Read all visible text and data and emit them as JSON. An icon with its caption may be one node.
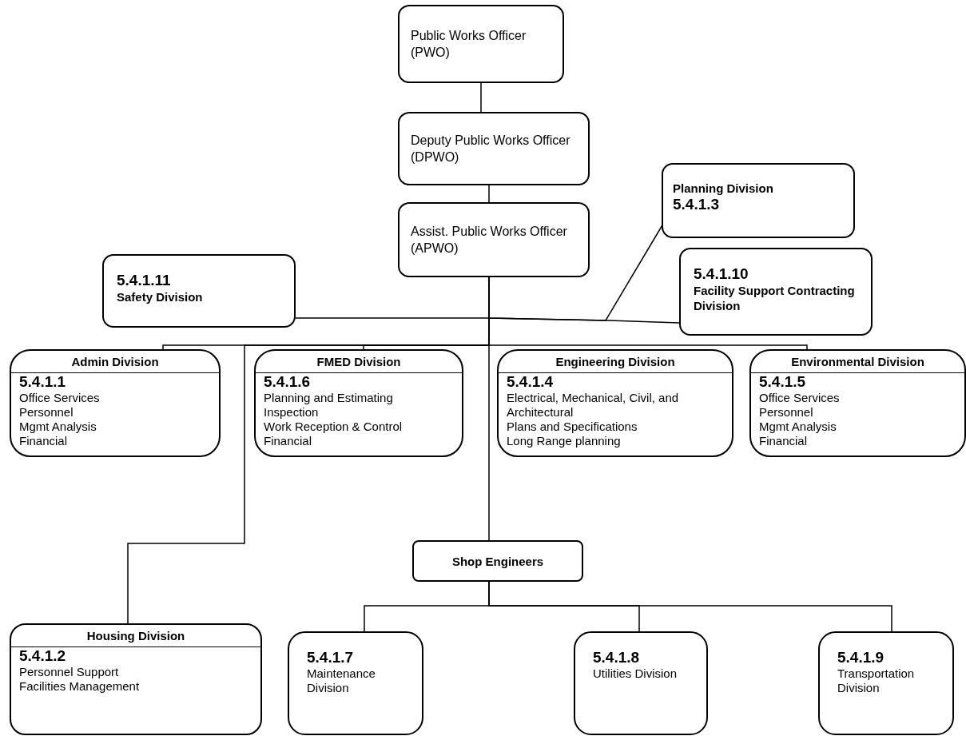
{
  "diagram": {
    "nodes": [
      {
        "text": [
          "Public Works Officer (PWO)"
        ]
      },
      {
        "text": [
          "Deputy Public Works Officer (DPWO)"
        ]
      },
      {
        "text": [
          "Assist. Public Works Officer (APWO)"
        ]
      },
      {
        "text": [
          "Planning Division",
          "5.4.1.3"
        ]
      },
      {
        "text": [
          "5.4.1.11",
          "Safety Division"
        ]
      },
      {
        "text": [
          "5.4.1.10",
          "Facility Support Contracting Division"
        ]
      },
      {
        "text": [
          "Admin Division",
          "5.4.1.1",
          "Office Services",
          "Personnel",
          "Mgmt Analysis",
          "Financial"
        ]
      },
      {
        "text": [
          "FMED Division",
          "5.4.1.6",
          "Planning and Estimating",
          "Inspection",
          "Work Reception & Control",
          "Financial"
        ]
      },
      {
        "text": [
          "Engineering Division",
          "5.4.1.4",
          "Electrical, Mechanical, Civil, and Architectural",
          "Plans and Specifications",
          "Long Range planning"
        ]
      },
      {
        "text": [
          "Environmental Division",
          "5.4.1.5",
          "Office Services",
          "Personnel",
          "Mgmt Analysis",
          "Financial"
        ]
      },
      {
        "text": [
          "Shop Engineers"
        ]
      },
      {
        "text": [
          "Housing Division",
          "5.4.1.2",
          "Personnel Support",
          "Facilities Management"
        ]
      },
      {
        "text": [
          "5.4.1.7",
          "Maintenance Division"
        ]
      },
      {
        "text": [
          "5.4.1.8",
          "Utilities Division"
        ]
      },
      {
        "text": [
          "5.4.1.9",
          "Transportation Division"
        ]
      }
    ],
    "edges": [
      {
        "from": 0,
        "to": 1,
        "arrow": "none"
      },
      {
        "from": 1,
        "to": 2,
        "arrow": "none"
      },
      {
        "from": 2,
        "to": 4,
        "arrow": "none"
      },
      {
        "from": 2,
        "to": 5,
        "arrow": "none"
      },
      {
        "from": 3,
        "to": 2,
        "arrow": "none"
      },
      {
        "from": 2,
        "to": 6,
        "arrow": "none"
      },
      {
        "from": 2,
        "to": 11,
        "arrow": "none"
      },
      {
        "from": 2,
        "to": 7,
        "arrow": "none"
      },
      {
        "from": 2,
        "to": 9,
        "arrow": "none"
      },
      {
        "from": 2,
        "to": 10,
        "arrow": "none"
      },
      {
        "from": 10,
        "to": 12,
        "arrow": "none"
      },
      {
        "from": 10,
        "to": 13,
        "arrow": "none"
      },
      {
        "from": 10,
        "to": 14,
        "arrow": "none"
      }
    ]
  }
}
